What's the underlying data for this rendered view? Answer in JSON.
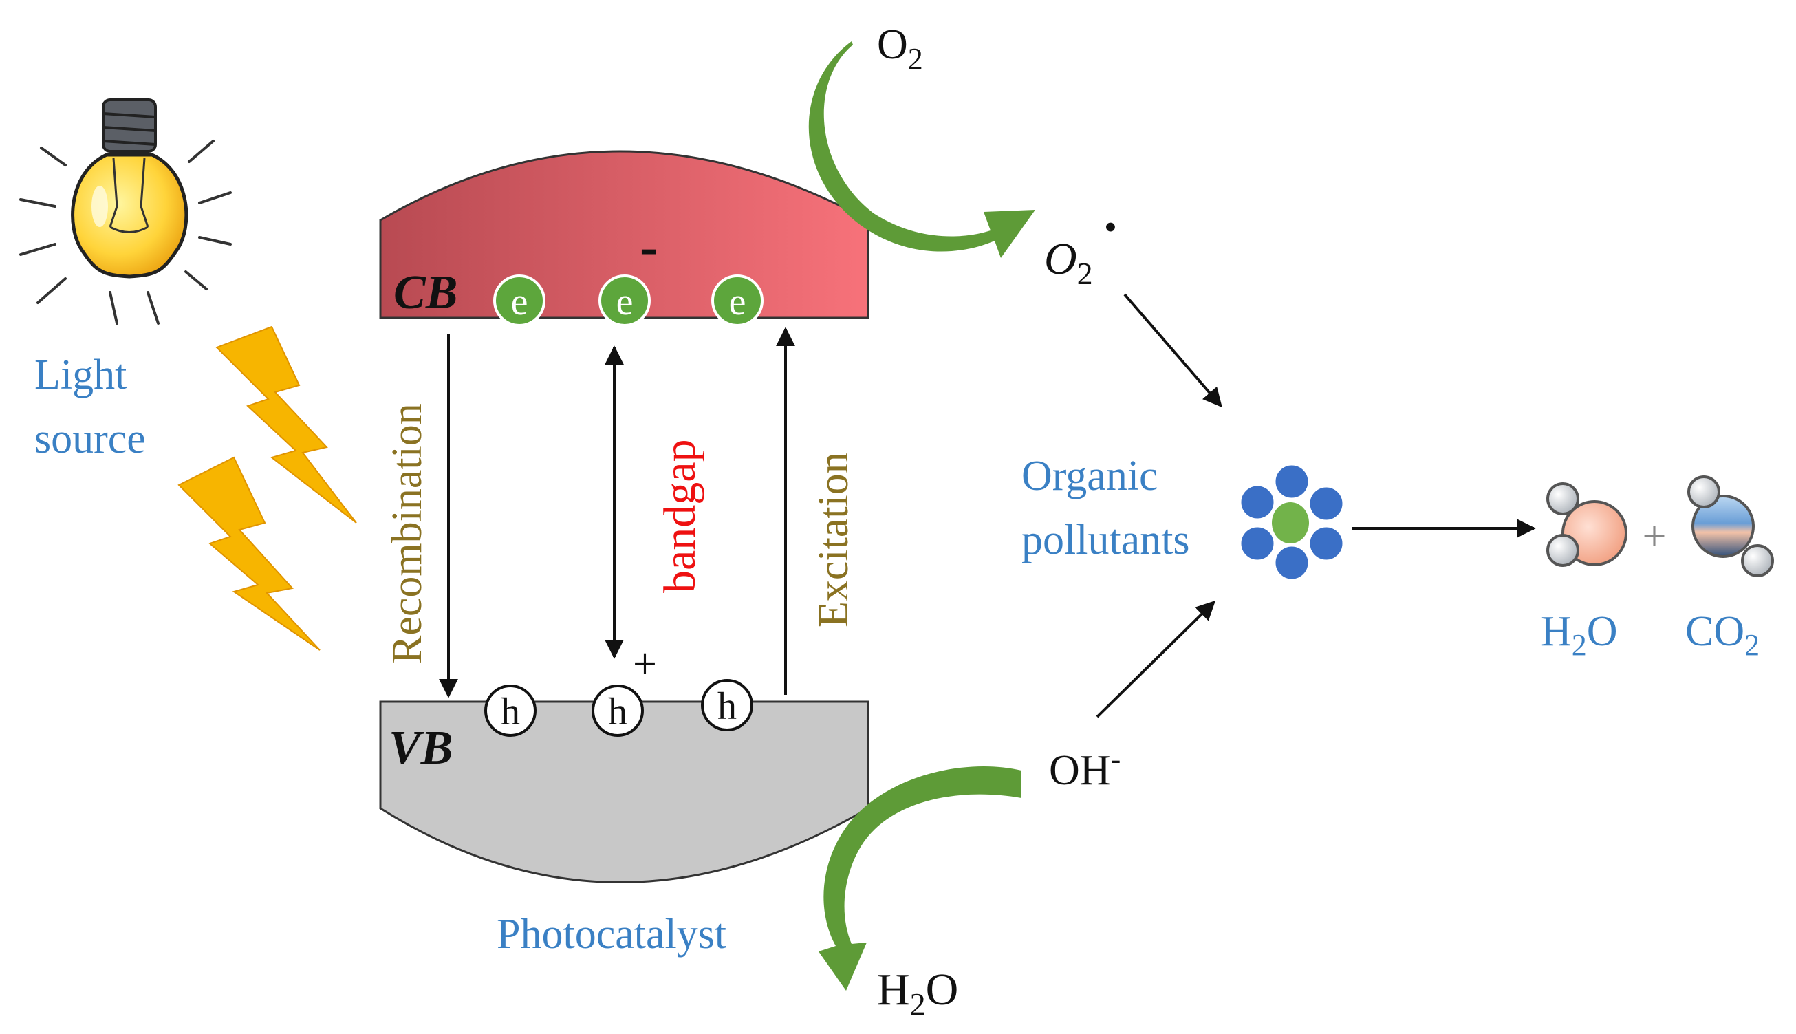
{
  "light_source": {
    "line1": "Light",
    "line2": "source"
  },
  "bands": {
    "cb": "CB",
    "vb": "VB"
  },
  "carriers": {
    "electron": "e",
    "hole": "h",
    "minus": "-",
    "plus": "+"
  },
  "transitions": {
    "recombination": "Recombination",
    "bandgap": "bandgap",
    "excitation": "Excitation"
  },
  "photocatalyst": "Photocatalyst",
  "species": {
    "o2": {
      "base": "O",
      "sub": "2"
    },
    "superoxide": {
      "base": "O",
      "sub": "2",
      "mark": "•"
    },
    "oh": {
      "base": "OH",
      "sup": "-"
    },
    "h2o_bottom": {
      "pre": "H",
      "sub": "2",
      "post": "O"
    }
  },
  "pollutants": {
    "line1": "Organic",
    "line2": "pollutants"
  },
  "products": {
    "h2o": {
      "pre": "H",
      "sub": "2",
      "post": "O"
    },
    "plus": "+",
    "co2": {
      "pre": "CO",
      "sub": "2"
    }
  },
  "colors": {
    "cb_light": "#f26d75",
    "cb_dark": "#b84a52",
    "vb_fill": "#c8c8c8",
    "electron_green": "#5da63c",
    "green_arrow": "#5e9b37",
    "bolt": "#f7b500",
    "blue_text": "#3a80c4",
    "olive_text": "#8a7222",
    "red_text": "#ee1111",
    "pollutant_blue": "#3a6fc6",
    "pollutant_green": "#72b34a"
  }
}
